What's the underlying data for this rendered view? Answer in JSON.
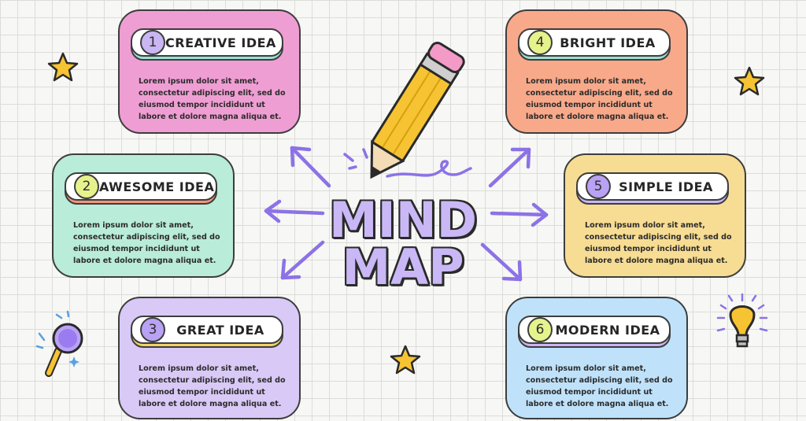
{
  "center": {
    "line1": "MIND",
    "line2": "MAP"
  },
  "ideas": [
    {
      "number": "1",
      "title": "CREATIVE IDEA",
      "color": "#ef9ed3",
      "number_bg": "#c9b6f3",
      "shadow_color": "#9be0d2",
      "body": [
        "Lorem ipsum dolor sit amet,",
        "consectetur adipiscing elit, sed do",
        "eiusmod tempor incididunt ut",
        "labore et dolore magna aliqua et."
      ]
    },
    {
      "number": "2",
      "title": "AWESOME IDEA",
      "color": "#b9ecd9",
      "number_bg": "#e6f28c",
      "shadow_color": "#f1967a",
      "body": [
        "Lorem ipsum dolor sit amet,",
        "consectetur adipiscing elit, sed do",
        "eiusmod tempor incididunt ut",
        "labore et dolore magna aliqua et."
      ]
    },
    {
      "number": "3",
      "title": "GREAT IDEA",
      "color": "#d9c9f6",
      "number_bg": "#b9a2f3",
      "shadow_color": "#f2d26a",
      "body": [
        "Lorem ipsum dolor sit amet,",
        "consectetur adipiscing elit, sed do",
        "eiusmod tempor incididunt ut",
        "labore et dolore magna aliqua et."
      ]
    },
    {
      "number": "4",
      "title": "BRIGHT IDEA",
      "color": "#f8a98a",
      "number_bg": "#e6f28c",
      "shadow_color": "#9be0d2",
      "body": [
        "Lorem ipsum dolor sit amet,",
        "consectetur adipiscing elit, sed do",
        "eiusmod tempor incididunt ut",
        "labore et dolore magna aliqua et."
      ]
    },
    {
      "number": "5",
      "title": "SIMPLE IDEA",
      "color": "#f7dc93",
      "number_bg": "#b9a2f3",
      "shadow_color": "#c9b6f3",
      "body": [
        "Lorem ipsum dolor sit amet,",
        "consectetur adipiscing elit, sed do",
        "eiusmod tempor incididunt ut",
        "labore et dolore magna aliqua et."
      ]
    },
    {
      "number": "6",
      "title": "MODERN IDEA",
      "color": "#bfe2fa",
      "number_bg": "#e6f28c",
      "shadow_color": "#c9b6f3",
      "body": [
        "Lorem ipsum dolor sit amet,",
        "consectetur adipiscing elit, sed do",
        "eiusmod tempor incididunt ut",
        "labore et dolore magna aliqua et."
      ]
    }
  ],
  "decorations": {
    "arrow_color": "#8c72e6",
    "star_color": "#f6c332",
    "icons": [
      "pencil-icon",
      "star-icon",
      "magnifier-icon",
      "lightbulb-icon"
    ]
  }
}
